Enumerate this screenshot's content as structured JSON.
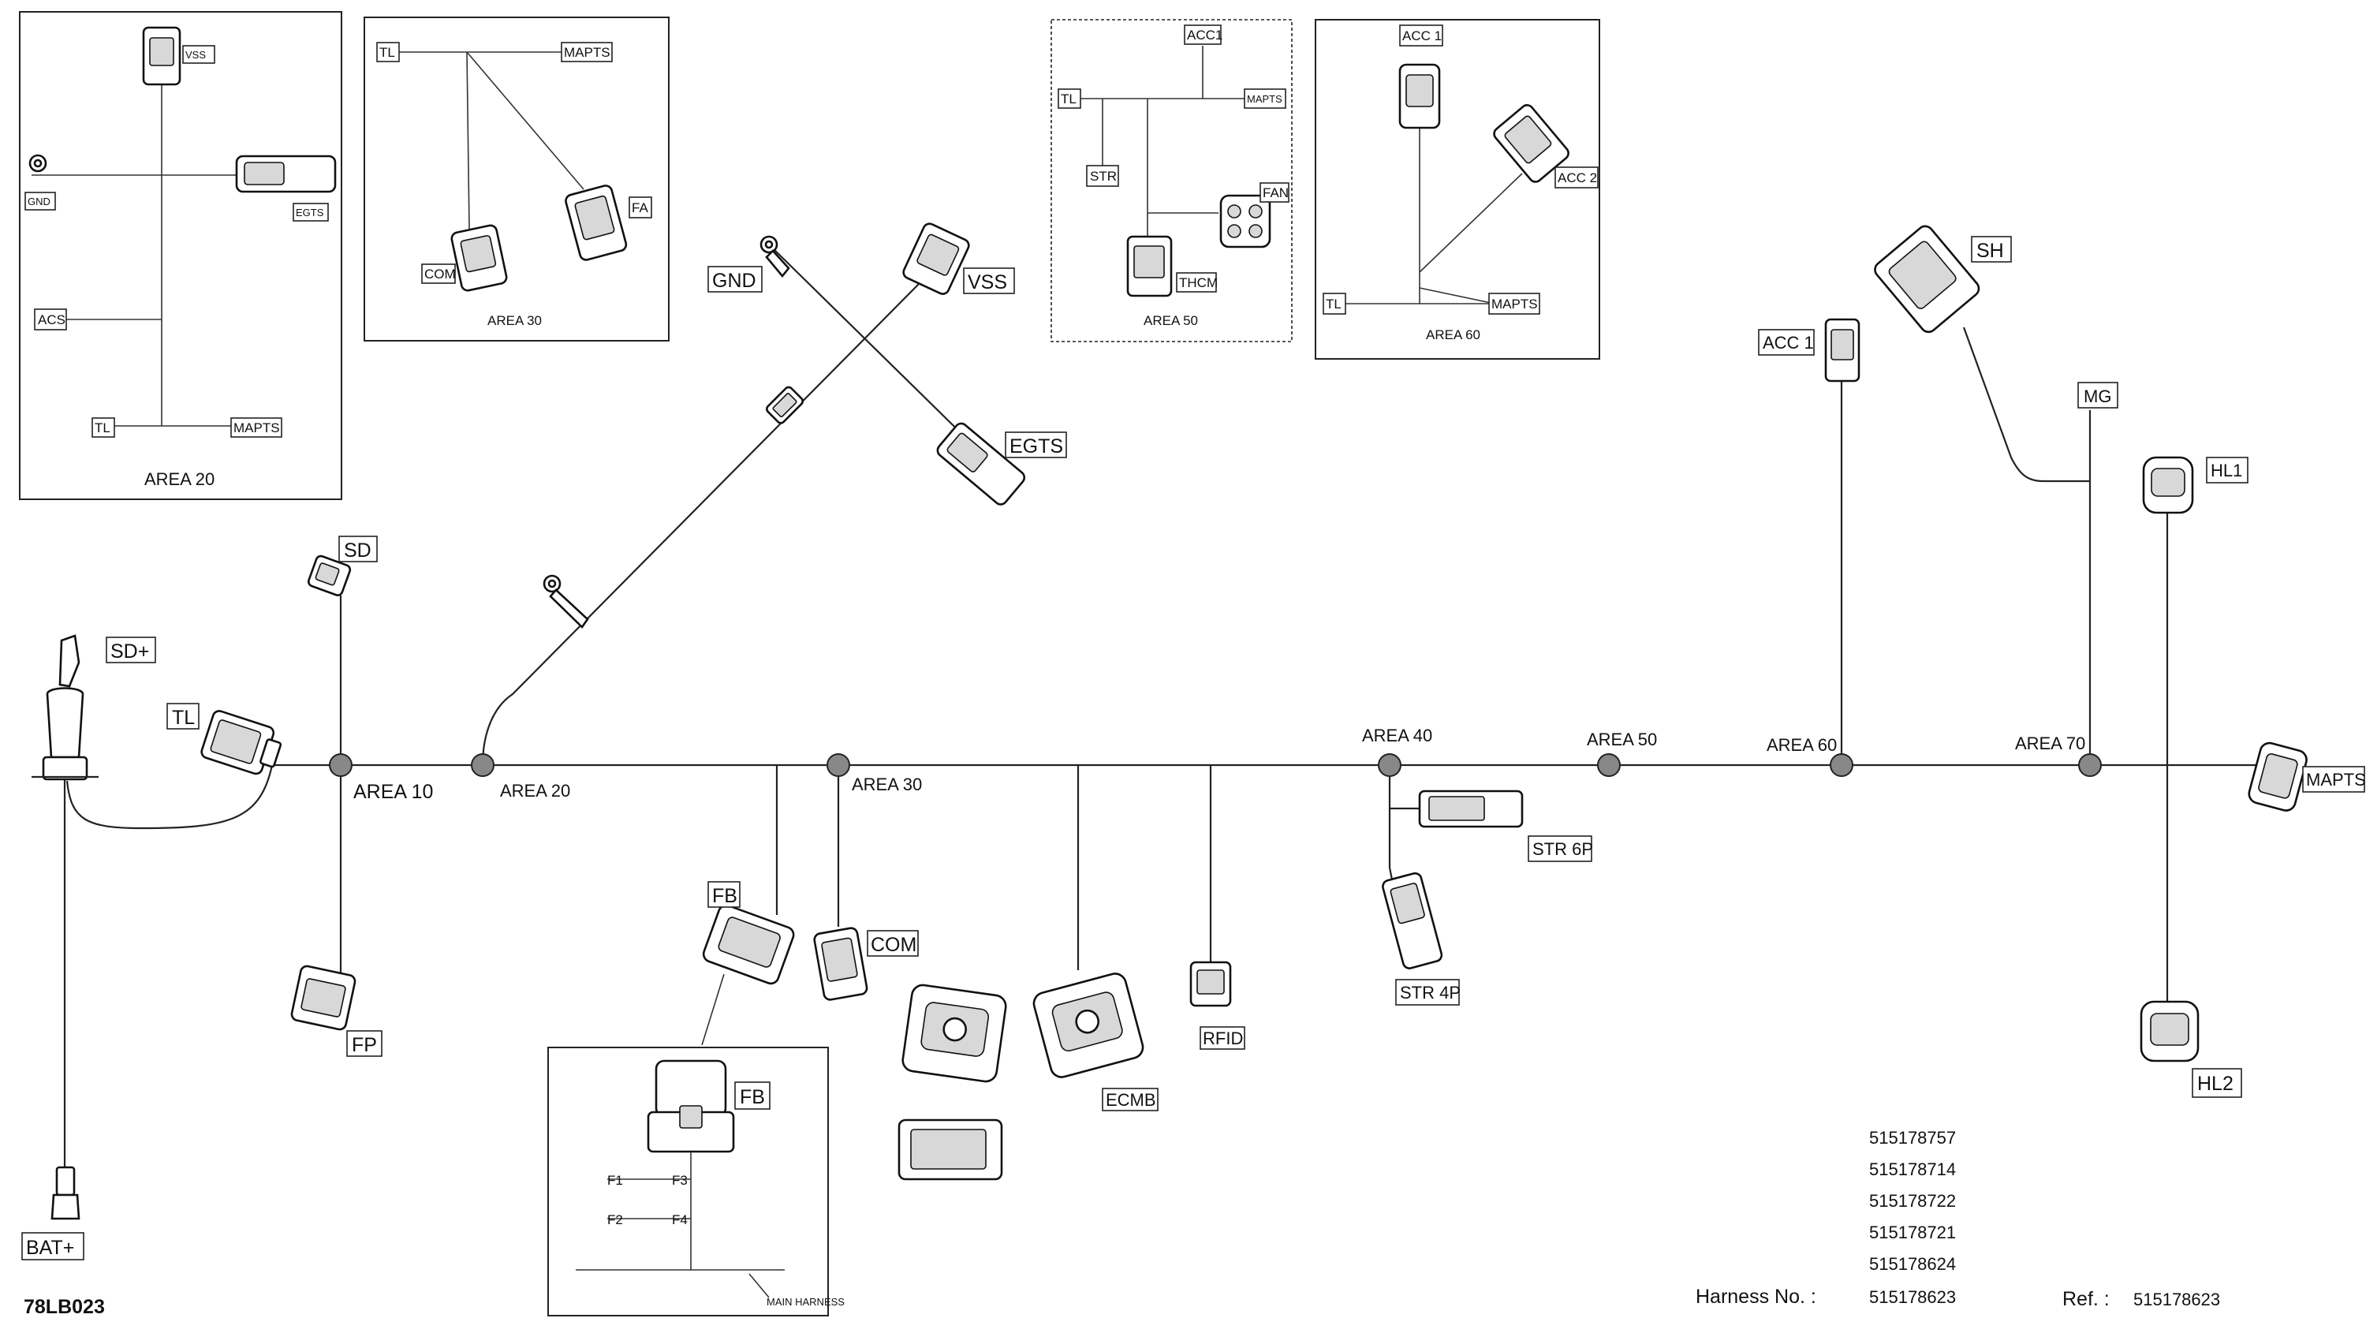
{
  "diagram": {
    "code": "78LB023",
    "harness_label": "Harness No. :",
    "ref_label": "Ref. :",
    "ref_number": "515178623",
    "harness_numbers": [
      "515178757",
      "515178714",
      "515178722",
      "515178721",
      "515178624",
      "515178623"
    ]
  },
  "areas": {
    "a10": "AREA 10",
    "a20": "AREA 20",
    "a30": "AREA 30",
    "a40": "AREA 40",
    "a50": "AREA 50",
    "a60": "AREA 60",
    "a70": "AREA 70"
  },
  "connectors": {
    "sd_plus": "SD+",
    "bat_plus": "BAT+",
    "tl": "TL",
    "sd": "SD",
    "fp": "FP",
    "gnd": "GND",
    "vss": "VSS",
    "egts": "EGTS",
    "fb": "FB",
    "com": "COM",
    "ecmb": "ECMB",
    "rfid": "RFID",
    "str6p": "STR 6P",
    "str4p": "STR 4P",
    "acc1": "ACC 1",
    "sh": "SH",
    "mg": "MG",
    "hl1": "HL1",
    "hl2": "HL2",
    "mapts": "MAPTS"
  },
  "insets": {
    "area20": {
      "title": "AREA 20",
      "vss": "VSS",
      "gnd": "GND",
      "egts": "EGTS",
      "acs": "ACS",
      "tl": "TL",
      "mapts": "MAPTS"
    },
    "area30": {
      "title": "AREA 30",
      "tl": "TL",
      "mapts": "MAPTS",
      "com": "COM",
      "fa": "FA"
    },
    "area50": {
      "title": "AREA 50",
      "acc1": "ACC1",
      "tl": "TL",
      "mapts": "MAPTS",
      "str": "STR",
      "fan": "FAN",
      "thcm": "THCM"
    },
    "area60": {
      "title": "AREA 60",
      "acc1": "ACC 1",
      "acc2": "ACC 2",
      "tl": "TL",
      "mapts": "MAPTS"
    },
    "fuse": {
      "fb": "FB",
      "f1": "F1",
      "f2": "F2",
      "f3": "F3",
      "f4": "F4",
      "main_harness": "MAIN HARNESS"
    }
  }
}
